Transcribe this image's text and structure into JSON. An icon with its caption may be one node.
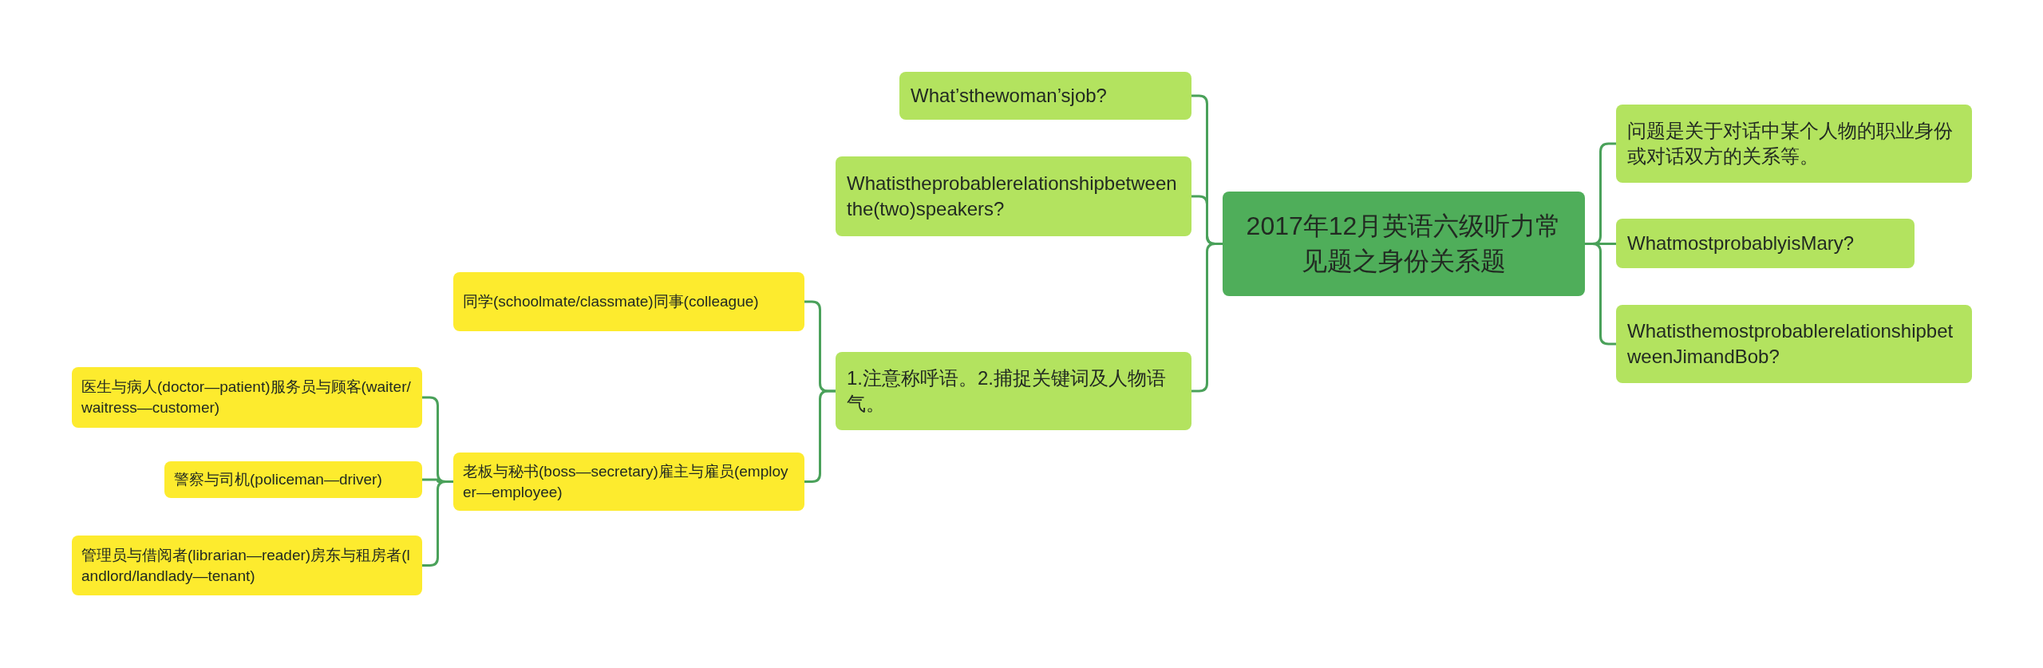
{
  "diagram": {
    "nodes": [
      {
        "text": [
          "2017年12月英语六级听力常见题之身份关系题"
        ]
      },
      {
        "text": [
          "问题是关于对话中某个人物的职业身份或对话双方的关系等。"
        ]
      },
      {
        "text": [
          "WhatmostprobablyisMary?"
        ]
      },
      {
        "text": [
          "WhatisthemostprobablerelationshipbetweenJimandBob?"
        ]
      },
      {
        "text": [
          "What’sthewoman’sjob?"
        ]
      },
      {
        "text": [
          "Whatistheprobablerelationshipbetweenthe(two)speakers?"
        ]
      },
      {
        "text": [
          "1.注意称呼语。2.捕捉关键词及人物语气。"
        ]
      },
      {
        "text": [
          "同学(schoolmate/classmate)同事(colleague)"
        ]
      },
      {
        "text": [
          "老板与秘书(boss—secretary)雇主与雇员(employer—employee)"
        ]
      },
      {
        "text": [
          "医生与病人(doctor—patient)服务员与顾客(waiter/waitress—customer)"
        ]
      },
      {
        "text": [
          "警察与司机(policeman—driver)"
        ]
      },
      {
        "text": [
          "管理员与借阅者(librarian—reader)房东与租房者(landlord/landlady—tenant)"
        ]
      }
    ],
    "edges": [
      {
        "from": 0,
        "to": 1,
        "arrow": "none"
      },
      {
        "from": 0,
        "to": 2,
        "arrow": "none"
      },
      {
        "from": 0,
        "to": 3,
        "arrow": "none"
      },
      {
        "from": 0,
        "to": 4,
        "arrow": "none"
      },
      {
        "from": 0,
        "to": 5,
        "arrow": "none"
      },
      {
        "from": 0,
        "to": 6,
        "arrow": "none"
      },
      {
        "from": 6,
        "to": 7,
        "arrow": "none"
      },
      {
        "from": 6,
        "to": 8,
        "arrow": "none"
      },
      {
        "from": 8,
        "to": 9,
        "arrow": "none"
      },
      {
        "from": 8,
        "to": 10,
        "arrow": "none"
      },
      {
        "from": 8,
        "to": 11,
        "arrow": "none"
      }
    ]
  }
}
